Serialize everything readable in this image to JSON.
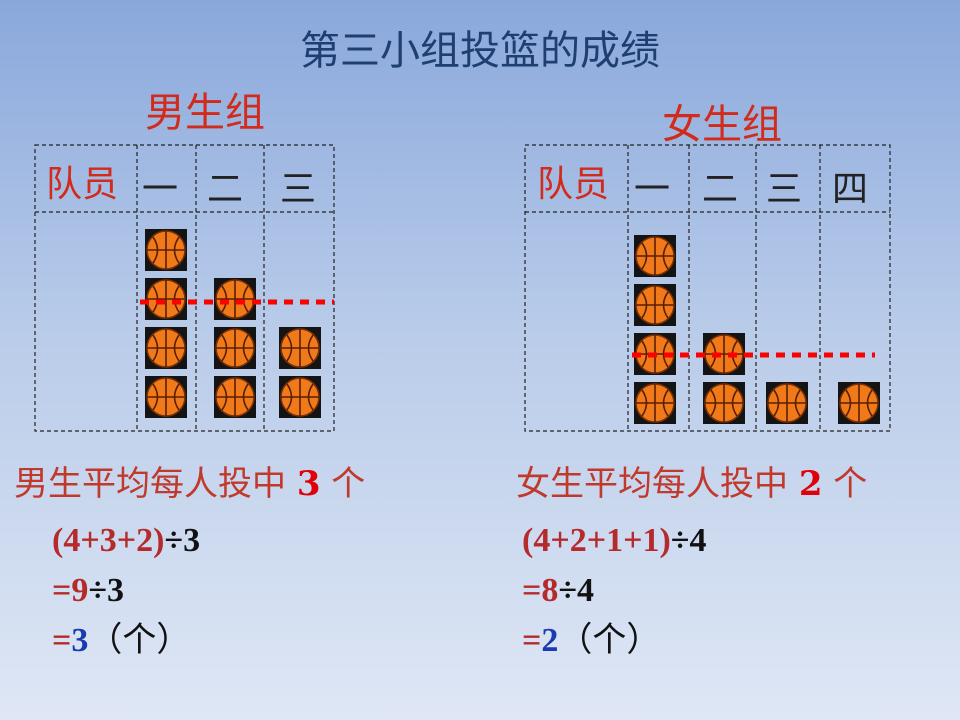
{
  "title": "第三小组投篮的成绩",
  "boys": {
    "heading": "男生组",
    "header_label": "队员",
    "members": [
      "一",
      "二",
      "三"
    ],
    "counts": [
      4,
      3,
      2
    ],
    "average": 3,
    "summary_pre": "男生平均每人投中",
    "summary_num": "3",
    "summary_post": "个",
    "calc": {
      "l1a": "(4+3+2)",
      "l1op": "÷",
      "l1b": "3",
      "l2a": "=9",
      "l2op": "÷",
      "l2b": "3",
      "l3a": "=",
      "l3num": "3",
      "l3unit": "（个）"
    }
  },
  "girls": {
    "heading": "女生组",
    "header_label": "队员",
    "members": [
      "一",
      "二",
      "三",
      "四"
    ],
    "counts": [
      4,
      2,
      1,
      1
    ],
    "average": 2,
    "summary_pre": "女生平均每人投中",
    "summary_num": "2",
    "summary_post": "个",
    "calc": {
      "l1a": "(4+2+1+1)",
      "l1op": "÷",
      "l1b": "4",
      "l2a": "=8",
      "l2op": "÷",
      "l2b": "4",
      "l3a": "=",
      "l3num": "2",
      "l3unit": "（个）"
    }
  },
  "colors": {
    "title": "#1f3f72",
    "heading": "#d12b1b",
    "ball": "#f07a1a",
    "avg_line": "#ff0000"
  },
  "icon": "basketball-icon"
}
